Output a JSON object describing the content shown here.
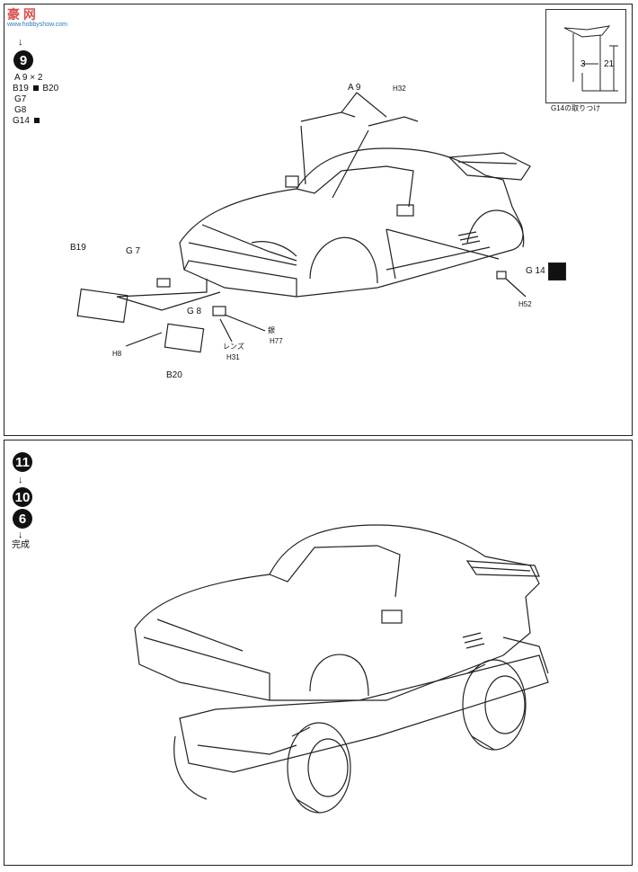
{
  "watermark": {
    "logo_text": "豪 网",
    "url": "www.hobbyshow.com"
  },
  "step9": {
    "number": "9",
    "arrow": "↓",
    "parts_list": [
      "A 9 × 2",
      "B19",
      "B20",
      "G7",
      "G8",
      "G14"
    ],
    "labels": {
      "a9": "A 9",
      "h32": "H32",
      "b19": "B19",
      "g7": "G 7",
      "g14": "G 14",
      "h52": "H52",
      "g8": "G 8",
      "h8": "H8",
      "b20": "B20",
      "lens": "レンズ",
      "h31": "H31",
      "silver": "銀",
      "h77": "H77"
    },
    "inset": {
      "dim_3": "3",
      "dim_21": "21",
      "caption": "G14の取りつけ"
    }
  },
  "step11": {
    "badges": [
      "11",
      "10",
      "6"
    ],
    "arrow": "↓",
    "complete": "完成"
  }
}
